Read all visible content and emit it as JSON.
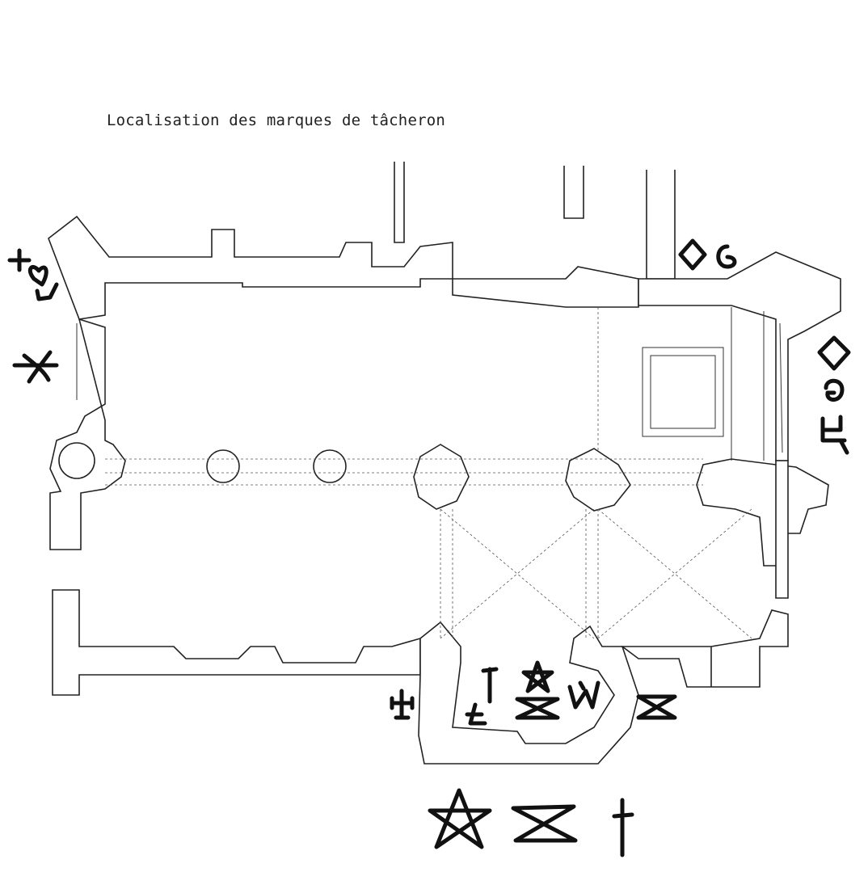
{
  "title": "Localisation des marques de tâcheron",
  "mason_marks": [
    "cross-heart-hook",
    "chevron-x",
    "diamond",
    "hook-g",
    "diamond",
    "hook-c",
    "square-hook",
    "cross-pommee",
    "t-mark",
    "star",
    "hourglass",
    "w-mark",
    "e-mark",
    "hourglass",
    "pentagram",
    "hourglass",
    "cross"
  ]
}
